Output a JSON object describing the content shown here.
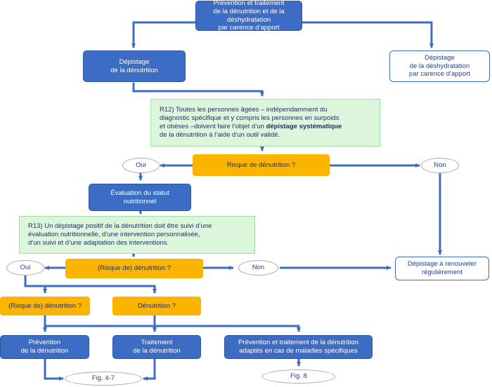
{
  "colors": {
    "blue": "#3d6cc4",
    "orange": "#fbb500",
    "green": "#dcf6dc",
    "arrow": "#3d6cc4"
  },
  "nodes": {
    "top": "Prévention et traitement\nde la dénutrition et de la déshydratation\npar carence d’apport",
    "depistage_denutrition": "Dépistage\nde la dénutrition",
    "depistage_deshydratation": "Dépistage\nde la déshydratation\npar carence d’apport",
    "r12_before": "R12) Toutes les personnes âgées – indépendamment du\ndiagnostic spécifique et y compris les personnes en surpoids\net obèses –doivent faire l’objet d’un ",
    "r12_bold": "dépistage systématique",
    "r12_after": "\nde la dénutrition à l’aide d’un outil validé.",
    "risque": "Risque de dénutrition ?",
    "oui1": "Oui",
    "non1": "Non",
    "evaluation": "Évaluation du statut\nnutritionnel",
    "r13": "R13) Un dépistage positif de la dénutrition doit être suivi d’une\névaluation nutritionnelle, d’une intervention personnalisée,\nd’un suivi et d’une adaptation des interventions.",
    "risque2": "(Risque de) dénutrition ?",
    "oui2": "Oui",
    "non2": "Non",
    "renouveler": "Dépistage à renouveler\nrégulièrement",
    "risque3": "(Risque de) dénutrition ?",
    "denutrition": "Dénutrition ?",
    "prevention": "Prévention\nde la dénutrition",
    "traitement": "Traitement\nde la dénutrition",
    "specifiques": "Prévention et traitement de la dénutrition\nadaptés en cas de maladies spécifiques",
    "fig47": "Fig. 4-7",
    "fig8": "Fig. 8"
  }
}
